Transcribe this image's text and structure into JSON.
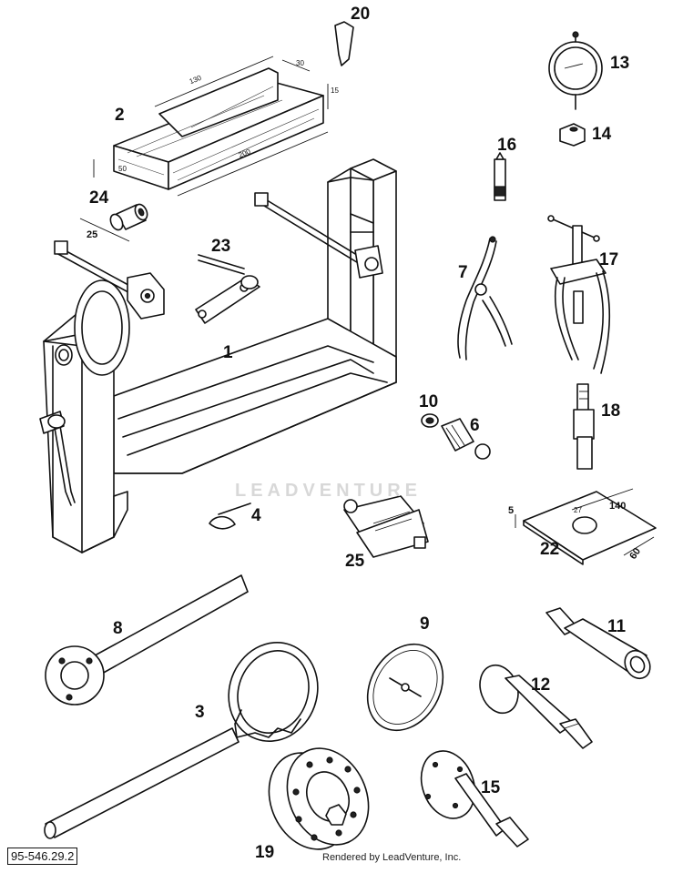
{
  "parts": [
    {
      "no": "1",
      "label": "1"
    },
    {
      "no": "2",
      "label": "2"
    },
    {
      "no": "3",
      "label": "3"
    },
    {
      "no": "4",
      "label": "4"
    },
    {
      "no": "6",
      "label": "6"
    },
    {
      "no": "7",
      "label": "7"
    },
    {
      "no": "8",
      "label": "8"
    },
    {
      "no": "9",
      "label": "9"
    },
    {
      "no": "10",
      "label": "10"
    },
    {
      "no": "11",
      "label": "11"
    },
    {
      "no": "12",
      "label": "12"
    },
    {
      "no": "13",
      "label": "13"
    },
    {
      "no": "14",
      "label": "14"
    },
    {
      "no": "15",
      "label": "15"
    },
    {
      "no": "16",
      "label": "16"
    },
    {
      "no": "17",
      "label": "17"
    },
    {
      "no": "18",
      "label": "18"
    },
    {
      "no": "19",
      "label": "19"
    },
    {
      "no": "20",
      "label": "20"
    },
    {
      "no": "22",
      "label": "22"
    },
    {
      "no": "23",
      "label": "23"
    },
    {
      "no": "24",
      "label": "24"
    },
    {
      "no": "25",
      "label": "25"
    }
  ],
  "dimensions": {
    "block_length": "130",
    "block_width": "30",
    "block_height": "15",
    "block_base": "200",
    "block_depth": "50",
    "spacer_length": "25",
    "plate_length": "140",
    "plate_width": "60",
    "plate_thickness": "5",
    "plate_hole": "27"
  },
  "reference": "95-546.29.2",
  "credit": "Rendered by LeadVenture, Inc.",
  "watermark": "LEADVENTURE"
}
